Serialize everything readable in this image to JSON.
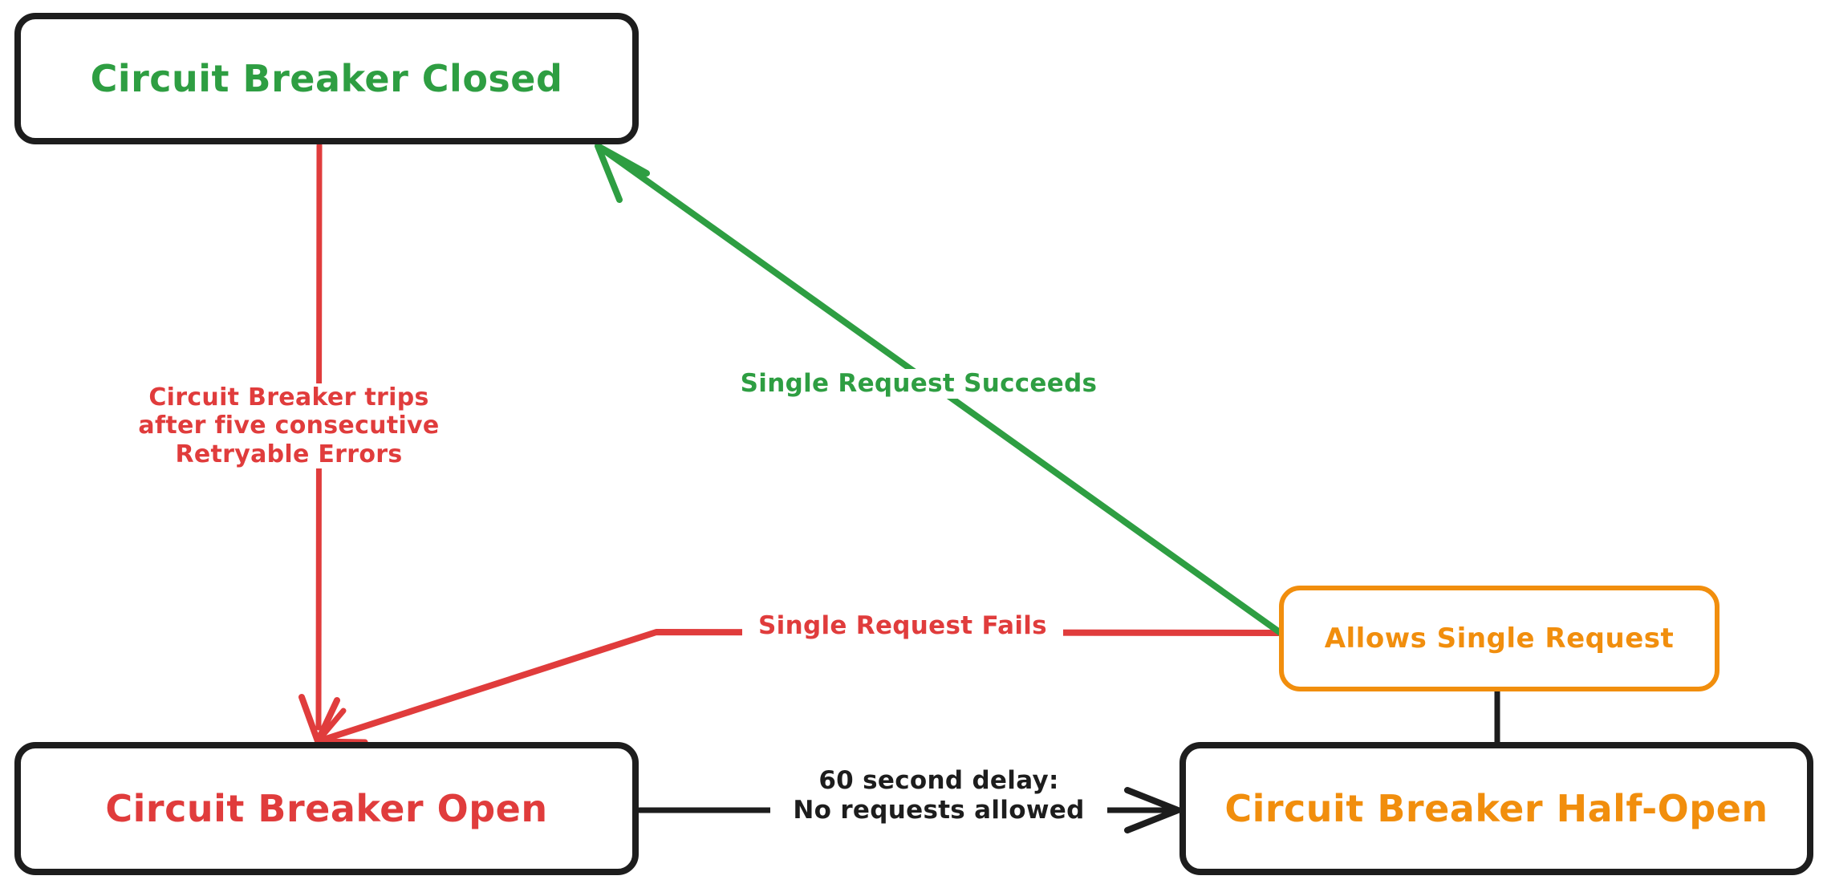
{
  "diagram": {
    "type": "state-flowchart",
    "title": "Circuit Breaker state transitions",
    "background_color": "#ffffff",
    "colors": {
      "green": "#2e9e42",
      "red": "#e03c3c",
      "orange": "#f18e0d",
      "black": "#1d1d1d"
    },
    "nodes": [
      {
        "id": "closed",
        "label": "Circuit Breaker Closed",
        "text_color": "#2e9e42",
        "border_color": "#1d1d1d"
      },
      {
        "id": "open",
        "label": "Circuit Breaker Open",
        "text_color": "#e03c3c",
        "border_color": "#1d1d1d"
      },
      {
        "id": "halfopen",
        "label": "Circuit Breaker Half-Open",
        "text_color": "#f18e0d",
        "border_color": "#1d1d1d"
      },
      {
        "id": "allows",
        "label": "Allows Single Request",
        "text_color": "#f18e0d",
        "border_color": "#f18e0d"
      }
    ],
    "edges": [
      {
        "id": "closed-to-open",
        "from": "closed",
        "to": "open",
        "label": "Circuit Breaker trips\nafter five consecutive\nRetryable Errors",
        "color": "#e03c3c"
      },
      {
        "id": "allows-to-closed",
        "from": "allows",
        "to": "closed",
        "label": "Single Request Succeeds",
        "color": "#2e9e42"
      },
      {
        "id": "allows-to-open",
        "from": "allows",
        "to": "open",
        "label": "Single Request Fails",
        "color": "#e03c3c"
      },
      {
        "id": "open-to-halfopen",
        "from": "open",
        "to": "halfopen",
        "label": "60 second delay:\nNo requests allowed",
        "color": "#1d1d1d"
      },
      {
        "id": "halfopen-to-allows",
        "from": "halfopen",
        "to": "allows",
        "label": "",
        "color": "#1d1d1d"
      }
    ]
  }
}
